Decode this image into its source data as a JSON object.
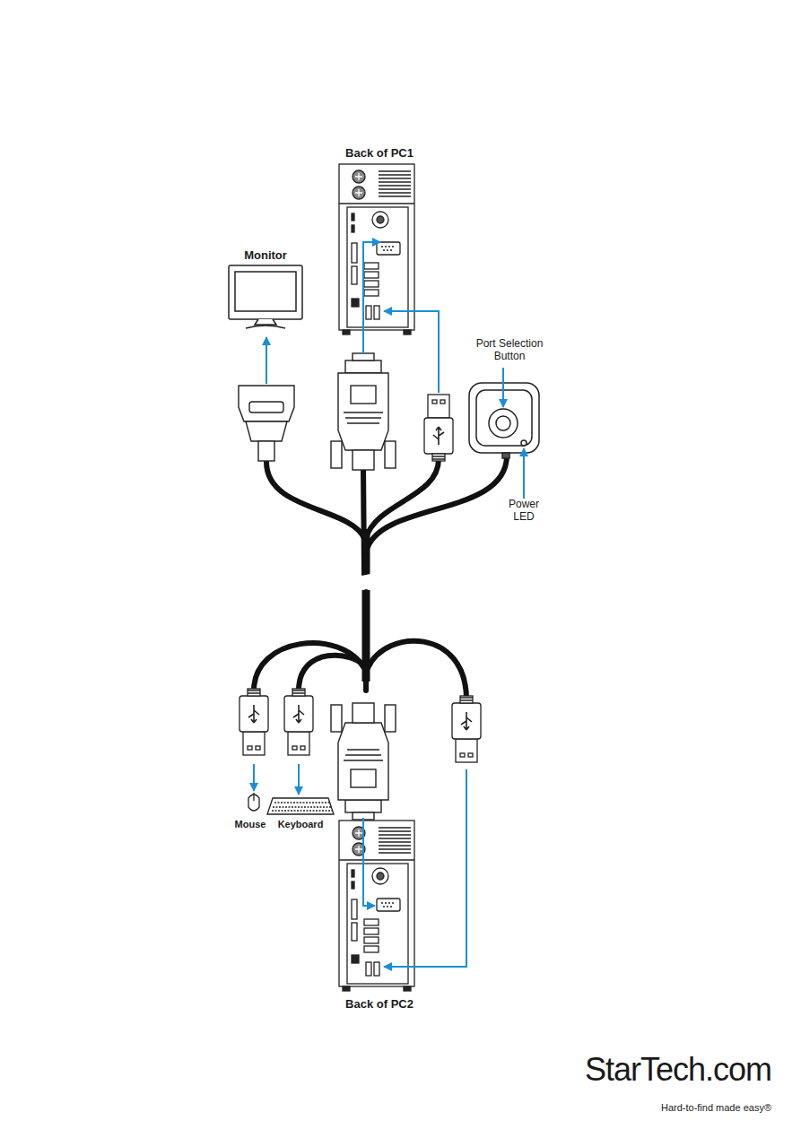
{
  "diagram": {
    "labels": [
      "Back of PC1",
      "Monitor",
      "Port Selection Button",
      "Power LED",
      "Mouse",
      "Keyboard",
      "Back of PC2",
      "StarTech.com",
      "Hard-to-find made easy®"
    ]
  }
}
